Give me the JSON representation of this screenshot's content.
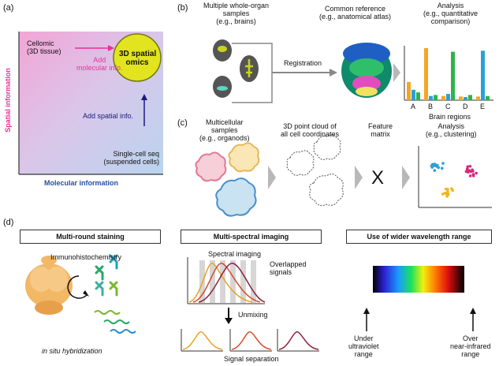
{
  "panels": {
    "a": {
      "letter": "(a)",
      "cellomic": "Cellomic\n(3D tissue)",
      "add_molecular": "Add\nmolecular info.",
      "spatial_omics": "3D spatial\nomics",
      "add_spatial": "Add spatial info.",
      "single_cell": "Single-cell seq\n(suspended cells)",
      "y_axis": "Spatial information",
      "x_axis": "Molecular information",
      "colors": {
        "pink": "#e8319a",
        "navy": "#1a1a7a",
        "circle": "#e1e41f",
        "xaxis": "#2550a0"
      }
    },
    "b": {
      "letter": "(b)",
      "samples": "Multiple whole-organ\nsamples\n(e.g., brains)",
      "reference": "Common reference\n(e.g., anatomical atlas)",
      "analysis": "Analysis\n(e.g., quantitative\ncomparison)",
      "registration": "Registration",
      "regions": [
        "A",
        "B",
        "C",
        "D",
        "E"
      ],
      "brain_regions": "Brain regions",
      "chart_data": {
        "type": "bar",
        "categories": [
          "A",
          "B",
          "C",
          "D",
          "E"
        ],
        "series": [
          {
            "color": "#f5a623",
            "values": [
              0.35,
              1.0,
              0.08,
              0.07,
              0.07
            ]
          },
          {
            "color": "#2aa0d8",
            "values": [
              0.2,
              0.08,
              0.12,
              0.06,
              0.95
            ]
          },
          {
            "color": "#2fb34a",
            "values": [
              0.15,
              0.1,
              0.93,
              0.1,
              0.08
            ]
          }
        ]
      }
    },
    "c": {
      "letter": "(c)",
      "samples": "Multicellular\nsamples\n(e.g., organods)",
      "pointcloud": "3D point cloud of\nall cell coordinates",
      "feature": "Feature\nmatrix",
      "analysis": "Analysis\n(e.g., clustering)",
      "x_mark": "X"
    },
    "d": {
      "letter": "(d)",
      "box1": "Multi-round staining",
      "box2": "Multi-spectral imaging",
      "box3": "Use of wider wavelength range",
      "immuno": "Immunohistochemistry",
      "insitu": "in situ hybridization",
      "spectral": "Spectral imaging",
      "overlapped": "Overlapped\nsignals",
      "unmixing": "Unmixing",
      "separation": "Signal separation",
      "uv": "Under\nultraviolet\nrange",
      "nir": "Over\nnear-infrared\nrange"
    }
  }
}
